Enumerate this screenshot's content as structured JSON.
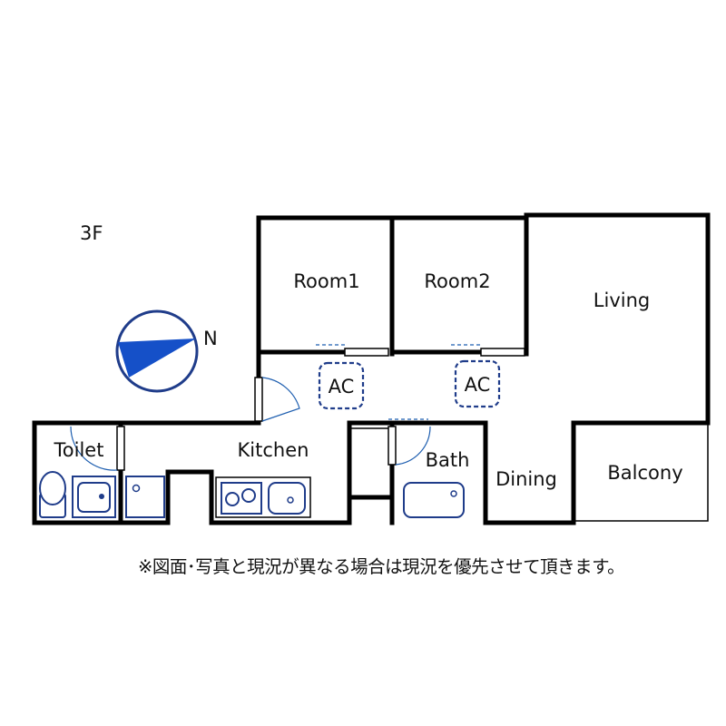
{
  "floor_label": "3F",
  "compass": {
    "north_label": "N",
    "ring_color": "#1f3c8a",
    "needle_color": "#1550c8"
  },
  "rooms": {
    "room1": "Room1",
    "room2": "Room2",
    "living": "Living",
    "toilet": "Toilet",
    "kitchen": "Kitchen",
    "bath": "Bath",
    "dining": "Dining",
    "balcony": "Balcony"
  },
  "ac_units": [
    "AC",
    "AC"
  ],
  "note": "※図面･写真と現況が異なる場合は現況を優先させて頂きます。",
  "colors": {
    "wall": "#000000",
    "fixture": "#1f3c8a",
    "door": "#1f5fb0"
  }
}
